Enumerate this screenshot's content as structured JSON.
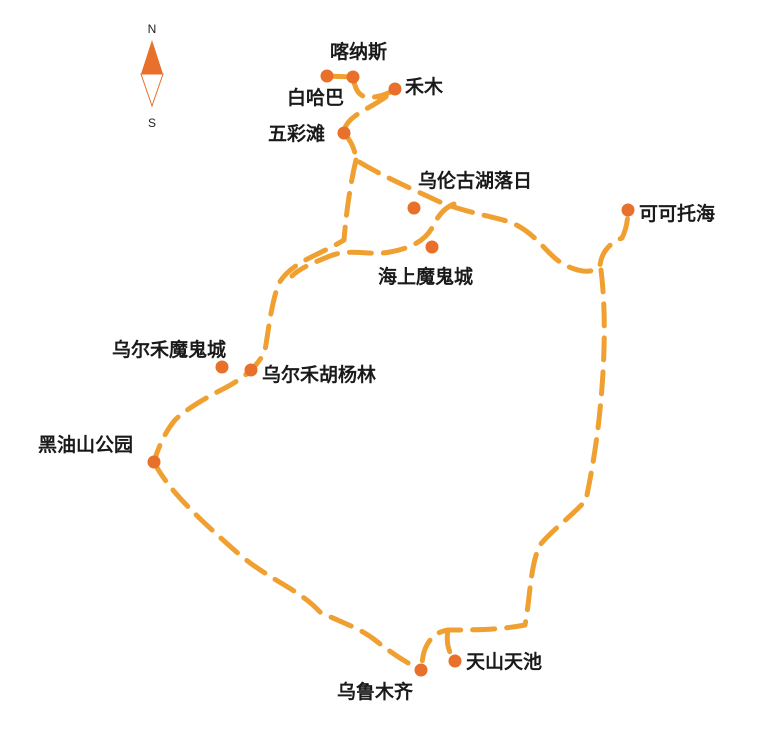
{
  "compass": {
    "north": "N",
    "south": "S",
    "color": "#e8702a"
  },
  "colors": {
    "route": "#f0a030",
    "marker": "#e8702a",
    "label": "#1a1a1a"
  },
  "places": [
    {
      "id": "kanas",
      "name": "喀纳斯"
    },
    {
      "id": "baihaba",
      "name": "白哈巴"
    },
    {
      "id": "hemu",
      "name": "禾木"
    },
    {
      "id": "wucaitan",
      "name": "五彩滩"
    },
    {
      "id": "wulungu-lake",
      "name": "乌伦古湖落日"
    },
    {
      "id": "haishang-devil-city",
      "name": "海上魔鬼城"
    },
    {
      "id": "keketuohai",
      "name": "可可托海"
    },
    {
      "id": "urho-devil-city",
      "name": "乌尔禾魔鬼城"
    },
    {
      "id": "urho-poplar-forest",
      "name": "乌尔禾胡杨林"
    },
    {
      "id": "heiyoushan-park",
      "name": "黑油山公园"
    },
    {
      "id": "urumqi",
      "name": "乌鲁木齐"
    },
    {
      "id": "tianshan-tianchi",
      "name": "天山天池"
    }
  ]
}
